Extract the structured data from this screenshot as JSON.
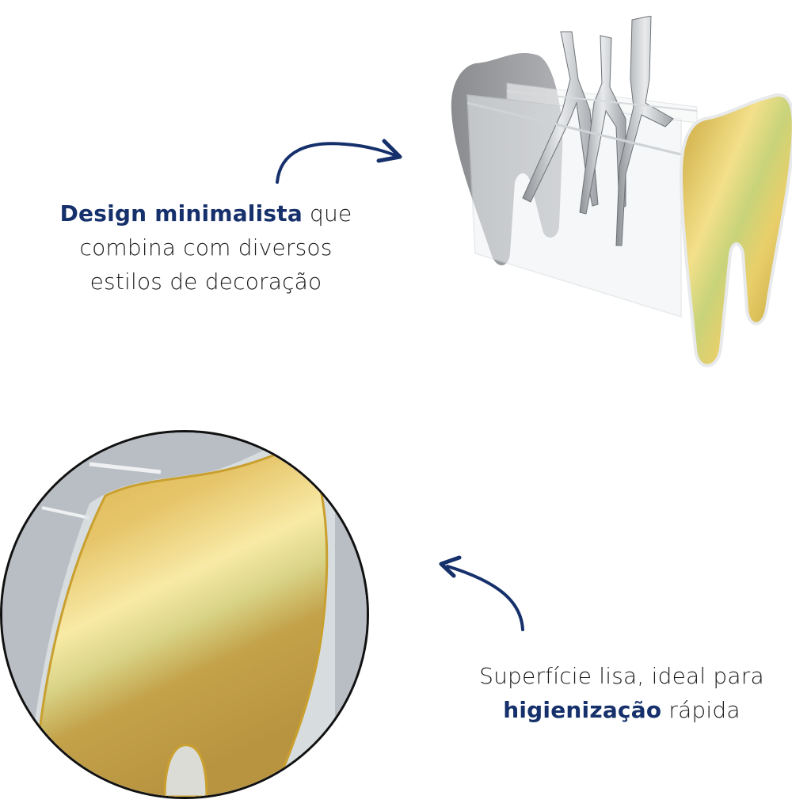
{
  "captions": {
    "top": {
      "highlight": "Design minimalista",
      "rest_line1": " que",
      "line2": "combina com diversos",
      "line3": "estilos de decoração"
    },
    "bottom": {
      "line1": "Superfície lisa, ideal para",
      "highlight": "higienização",
      "rest_line2": " rápida"
    }
  },
  "colors": {
    "highlight_text": "#15306b",
    "body_text": "#1a1a1a",
    "arrow": "#15306b",
    "gold": "#d9b84a",
    "circle_border": "#111111"
  },
  "images": {
    "product": "tooth-shaped acrylic plier holder with gold tooth panel and three orthodontic pliers",
    "detail": "close-up of gold mirrored acrylic tooth panel edge"
  },
  "icons": {
    "arrow_top": "curved-arrow-right-icon",
    "arrow_bottom": "curved-arrow-left-icon"
  }
}
